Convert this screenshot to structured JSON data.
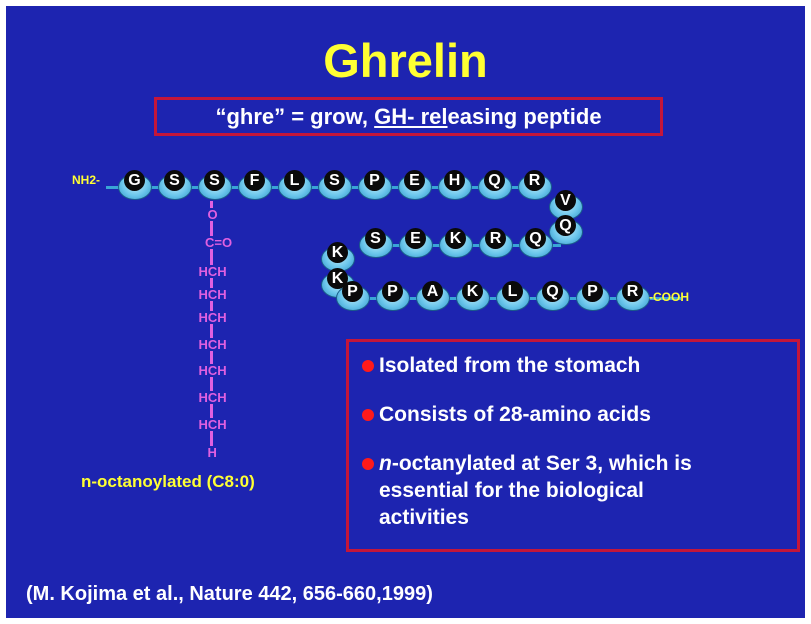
{
  "title": "Ghrelin",
  "subtitle": {
    "prefix": "“ghre” = grow, ",
    "underlined_1": "GH- rel",
    "suffix": "easing peptide"
  },
  "sequence": {
    "n_terminus": "NH2-",
    "c_terminus": "-COOH",
    "row1": [
      "G",
      "S",
      "S",
      "F",
      "L",
      "S",
      "P",
      "E",
      "H",
      "Q",
      "R"
    ],
    "turn1": [
      "V",
      "Q"
    ],
    "row2": [
      "S",
      "E",
      "K",
      "R",
      "Q"
    ],
    "turn2": [
      "K",
      "K"
    ],
    "row3": [
      "P",
      "P",
      "A",
      "K",
      "L",
      "Q",
      "P",
      "R"
    ]
  },
  "side_chain": {
    "labels": [
      "O",
      "C=O",
      "HCH",
      "HCH",
      "HCH",
      "HCH",
      "HCH",
      "HCH",
      "HCH",
      "H"
    ],
    "caption": "n-octanoylated (C8:0)"
  },
  "facts": [
    {
      "text": "Isolated from the stomach"
    },
    {
      "text": "Consists of 28-amino acids"
    },
    {
      "italic": "n",
      "text": "-octanylated at Ser 3, which is",
      "line2": "essential for the biological",
      "line3": "activities"
    }
  ],
  "citation": "(M. Kojima et al., Nature 442, 656-660,1999)",
  "colors": {
    "background": "#1d24b0",
    "title": "#ffff33",
    "box_border": "#c4163a",
    "bead": "#6cc7ec",
    "side_chain": "#e060e0",
    "bullet": "#ff1a1a"
  }
}
